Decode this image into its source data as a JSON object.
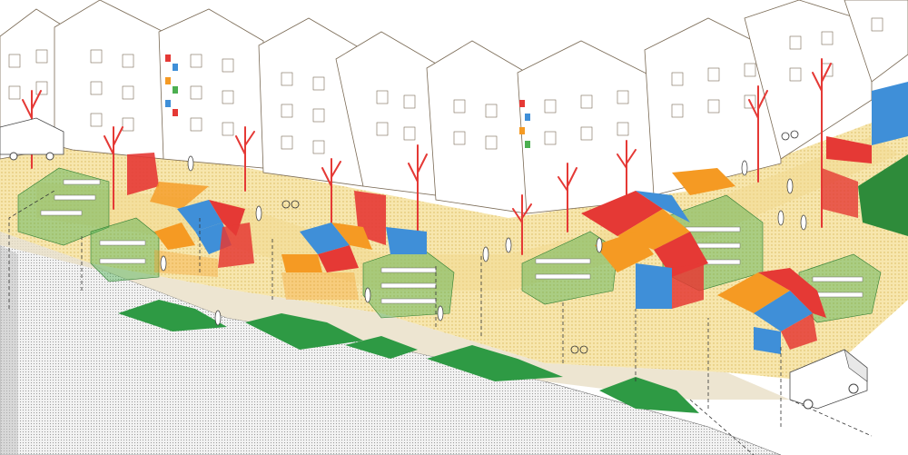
{
  "colors": {
    "roof_red": "#e53935",
    "roof_blue": "#3f8fd8",
    "roof_orange": "#f59a23",
    "planter_green": "#4caf50",
    "street": "#f6e7b6",
    "tree": "#e53935",
    "building_line": "#7a6a55"
  },
  "elements": {
    "buildings": "apartment-block-row",
    "pavilions": [
      "pavilion-left",
      "pavilion-center-left",
      "pavilion-center-right",
      "pavilion-right"
    ],
    "planters": [
      "planter-1",
      "planter-2",
      "planter-3",
      "planter-4",
      "planter-5",
      "planter-6"
    ],
    "vehicles": [
      "van-left",
      "van-right"
    ]
  }
}
